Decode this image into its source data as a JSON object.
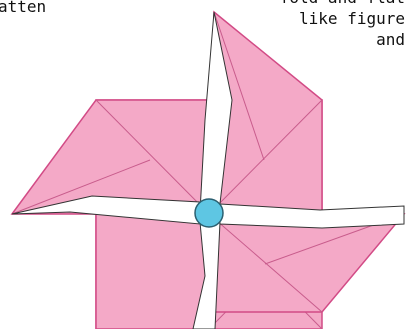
{
  "instructions": {
    "left_text": "atten",
    "right_lines": [
      "fold and flat",
      "like figure",
      "and"
    ]
  },
  "colors": {
    "paper_fill": "#f4a9c7",
    "paper_edge": "#d24b86",
    "crease": "#c85c8c",
    "vane_fill": "#ffffff",
    "center_pin": "#5ec6e3",
    "text": "#111111"
  }
}
